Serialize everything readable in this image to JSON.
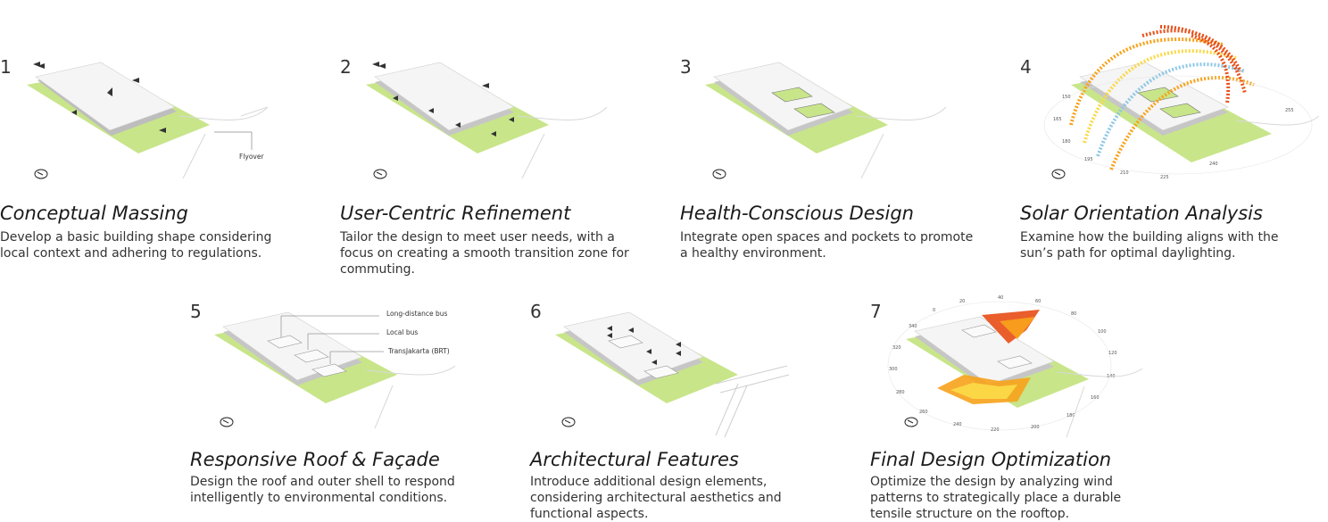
{
  "steps": [
    {
      "number": "1",
      "title": "Conceptual Massing",
      "description": "Develop a basic building shape considering local context and adhering to regulations."
    },
    {
      "number": "2",
      "title": "User-Centric Refinement",
      "description": "Tailor the design to meet user needs, with a focus on creating a smooth transition zone for commuting."
    },
    {
      "number": "3",
      "title": "Health-Conscious Design",
      "description": "Integrate open spaces and pockets to promote a healthy environment."
    },
    {
      "number": "4",
      "title": "Solar Orientation Analysis",
      "description": "Examine how the building aligns with the sun’s path for optimal daylighting."
    },
    {
      "number": "5",
      "title": "Responsive Roof & Façade",
      "description": "Design the roof and outer shell to respond intelligently to environmental conditions."
    },
    {
      "number": "6",
      "title": "Architectural Features",
      "description": "Introduce additional design elements, considering architectural aesthetics and functional aspects."
    },
    {
      "number": "7",
      "title": "Final Design Optimization",
      "description": "Optimize the design by analyzing wind patterns to strategically place a durable tensile structure on the rooftop."
    }
  ],
  "annotations": {
    "flyover": "Flyover",
    "long_distance_bus": "Long-distance bus",
    "local_bus": "Local bus",
    "transjakarta": "TransJakarta (BRT)"
  },
  "solar_ticks": [
    "150",
    "165",
    "180",
    "195",
    "210",
    "225",
    "240",
    "255"
  ],
  "wind_ticks": [
    "20",
    "40",
    "60",
    "80",
    "100",
    "120",
    "140",
    "160",
    "180",
    "200",
    "220",
    "240",
    "260",
    "280",
    "300",
    "320",
    "340",
    "0"
  ],
  "colors": {
    "site_green": "#c8e58a",
    "building": "#f4f4f4",
    "hot": "#e8501a",
    "warm": "#f7a21b",
    "mild": "#fbd948",
    "cool": "#8ec7e6"
  }
}
